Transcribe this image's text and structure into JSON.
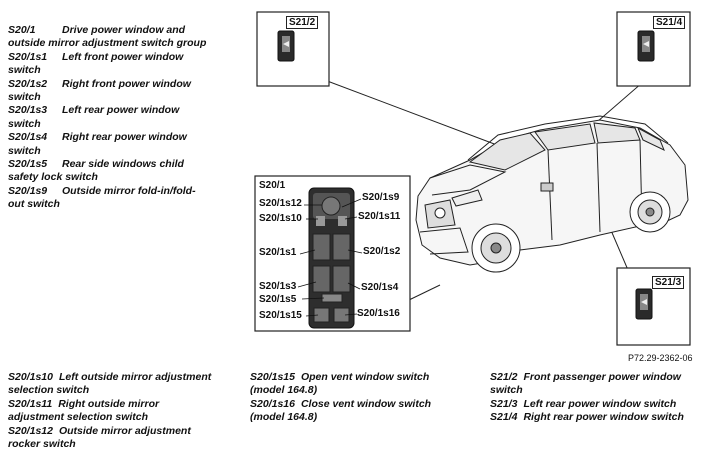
{
  "legend_top": [
    {
      "code": "S20/1",
      "text": "Drive power window and outside mirror adjustment switch group"
    },
    {
      "code": "S20/1s1",
      "text": "Left front power window switch"
    },
    {
      "code": "S20/1s2",
      "text": "Right front power window switch"
    },
    {
      "code": "S20/1s3",
      "text": "Left rear power window switch"
    },
    {
      "code": "S20/1s4",
      "text": "Right rear power window switch"
    },
    {
      "code": "S20/1s5",
      "text": "Rear side windows child safety lock switch"
    },
    {
      "code": "S20/1s9",
      "text": "Outside mirror fold-in/fold-out switch"
    }
  ],
  "legend_bottom_left": [
    {
      "code": "S20/1s10",
      "text": "Left outside mirror adjustment selection switch"
    },
    {
      "code": "S20/1s11",
      "text": "Right outside mirror adjustment selection switch"
    },
    {
      "code": "S20/1s12",
      "text": "Outside mirror adjustment rocker switch"
    }
  ],
  "legend_bottom_mid": [
    {
      "code": "S20/1s15",
      "text": "Open vent window switch (model 164.8)"
    },
    {
      "code": "S20/1s16",
      "text": "Close vent window switch (model 164.8)"
    }
  ],
  "legend_bottom_right": [
    {
      "code": "S21/2",
      "text": "Front passenger power window switch"
    },
    {
      "code": "S21/3",
      "text": "Left rear power window switch"
    },
    {
      "code": "S21/4",
      "text": "Right rear power window switch"
    }
  ],
  "figure_id": "P72.29-2362-06",
  "insets": {
    "s21_2": "S21/2",
    "s21_4": "S21/4",
    "s21_3": "S21/3"
  },
  "switch_group": {
    "title": "S20/1",
    "labels": {
      "s12": "S20/1s12",
      "s9": "S20/1s9",
      "s10": "S20/1s10",
      "s11": "S20/1s11",
      "s1": "S20/1s1",
      "s2": "S20/1s2",
      "s3": "S20/1s3",
      "s4": "S20/1s4",
      "s5": "S20/1s5",
      "s15": "S20/1s15",
      "s16": "S20/1s16"
    }
  }
}
